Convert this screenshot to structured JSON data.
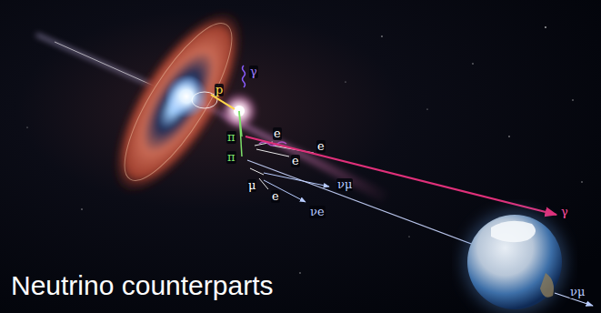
{
  "diagram": {
    "caption": "Neutrino counterparts",
    "labels": [
      "p",
      "γ",
      "π",
      "π",
      "e",
      "e",
      "e",
      "μ",
      "e",
      "νμ",
      "νe",
      "γ",
      "νμ"
    ]
  }
}
